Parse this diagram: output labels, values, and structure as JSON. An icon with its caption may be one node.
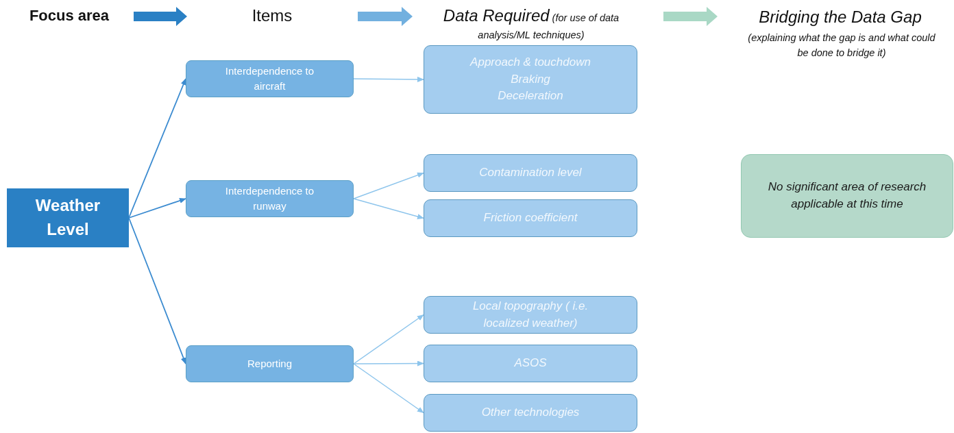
{
  "diagram": {
    "nodes": [
      {
        "text": [
          "Weather Level"
        ]
      },
      {
        "text": [
          "Interdependence to aircraft"
        ]
      },
      {
        "text": [
          "Interdependence to runway"
        ]
      },
      {
        "text": [
          "Reporting"
        ]
      },
      {
        "text": [
          "Approach & touchdown",
          "Braking",
          "Deceleration"
        ]
      },
      {
        "text": [
          "Contamination level"
        ]
      },
      {
        "text": [
          "Friction coefficient"
        ]
      },
      {
        "text": [
          "Local topography ( i.e. localized weather)"
        ]
      },
      {
        "text": [
          "ASOS"
        ]
      },
      {
        "text": [
          "Other technologies"
        ]
      },
      {
        "text": [
          "No significant area of research applicable at this time"
        ]
      }
    ],
    "edges": [
      {
        "from": 0,
        "to": 1,
        "arrow": "to",
        "color": "#3b8bd0"
      },
      {
        "from": 0,
        "to": 2,
        "arrow": "to",
        "color": "#3b8bd0"
      },
      {
        "from": 0,
        "to": 3,
        "arrow": "to",
        "color": "#3b8bd0"
      },
      {
        "from": 1,
        "to": 4,
        "arrow": "to"
      },
      {
        "from": 2,
        "to": 5,
        "arrow": "to"
      },
      {
        "from": 2,
        "to": 6,
        "arrow": "to"
      },
      {
        "from": 3,
        "to": 7,
        "arrow": "to"
      },
      {
        "from": 3,
        "to": 8,
        "arrow": "to"
      },
      {
        "from": 3,
        "to": 9,
        "arrow": "to"
      }
    ],
    "labels": [
      "Focus area",
      "Items",
      "Data Required",
      "(for use of data analysis/ML techniques)",
      "Bridging the Data Gap",
      "(explaining what the gap is and what could be done to bridge it)"
    ]
  }
}
